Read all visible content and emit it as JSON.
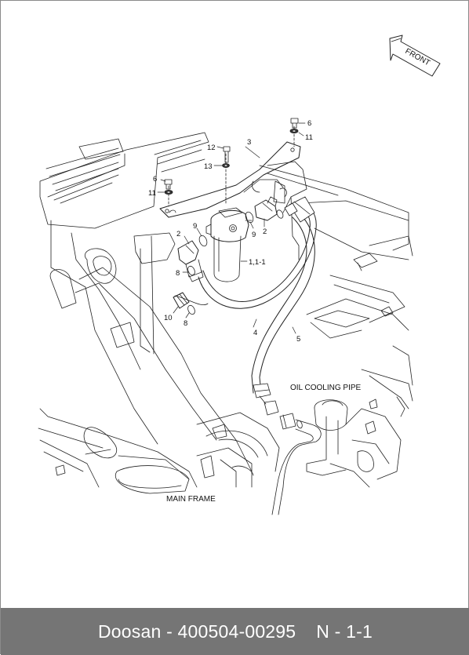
{
  "diagram": {
    "front_label": "FRONT",
    "captions": {
      "oil_cooling_pipe": "OIL COOLING PIPE",
      "main_frame": "MAIN FRAME"
    },
    "part_callouts": [
      {
        "id": "c6a",
        "text": "6"
      },
      {
        "id": "c11a",
        "text": "11"
      },
      {
        "id": "c12",
        "text": "12"
      },
      {
        "id": "c3",
        "text": "3"
      },
      {
        "id": "c13",
        "text": "13"
      },
      {
        "id": "c6b",
        "text": "6"
      },
      {
        "id": "c11b",
        "text": "11"
      },
      {
        "id": "c2a",
        "text": "2"
      },
      {
        "id": "c9a",
        "text": "9"
      },
      {
        "id": "c9b",
        "text": "9"
      },
      {
        "id": "c2b",
        "text": "2"
      },
      {
        "id": "c1",
        "text": "1,1-1"
      },
      {
        "id": "c8a",
        "text": "8"
      },
      {
        "id": "c10",
        "text": "10"
      },
      {
        "id": "c8b",
        "text": "8"
      },
      {
        "id": "c4",
        "text": "4"
      },
      {
        "id": "c5",
        "text": "5"
      }
    ]
  },
  "footer": {
    "brand": "Doosan",
    "part_number_label": "Doosan - 400504-00295",
    "section": "N - 1-1"
  },
  "colors": {
    "footer_bg": "#757575",
    "footer_text": "#ffffff",
    "line": "#222222"
  }
}
